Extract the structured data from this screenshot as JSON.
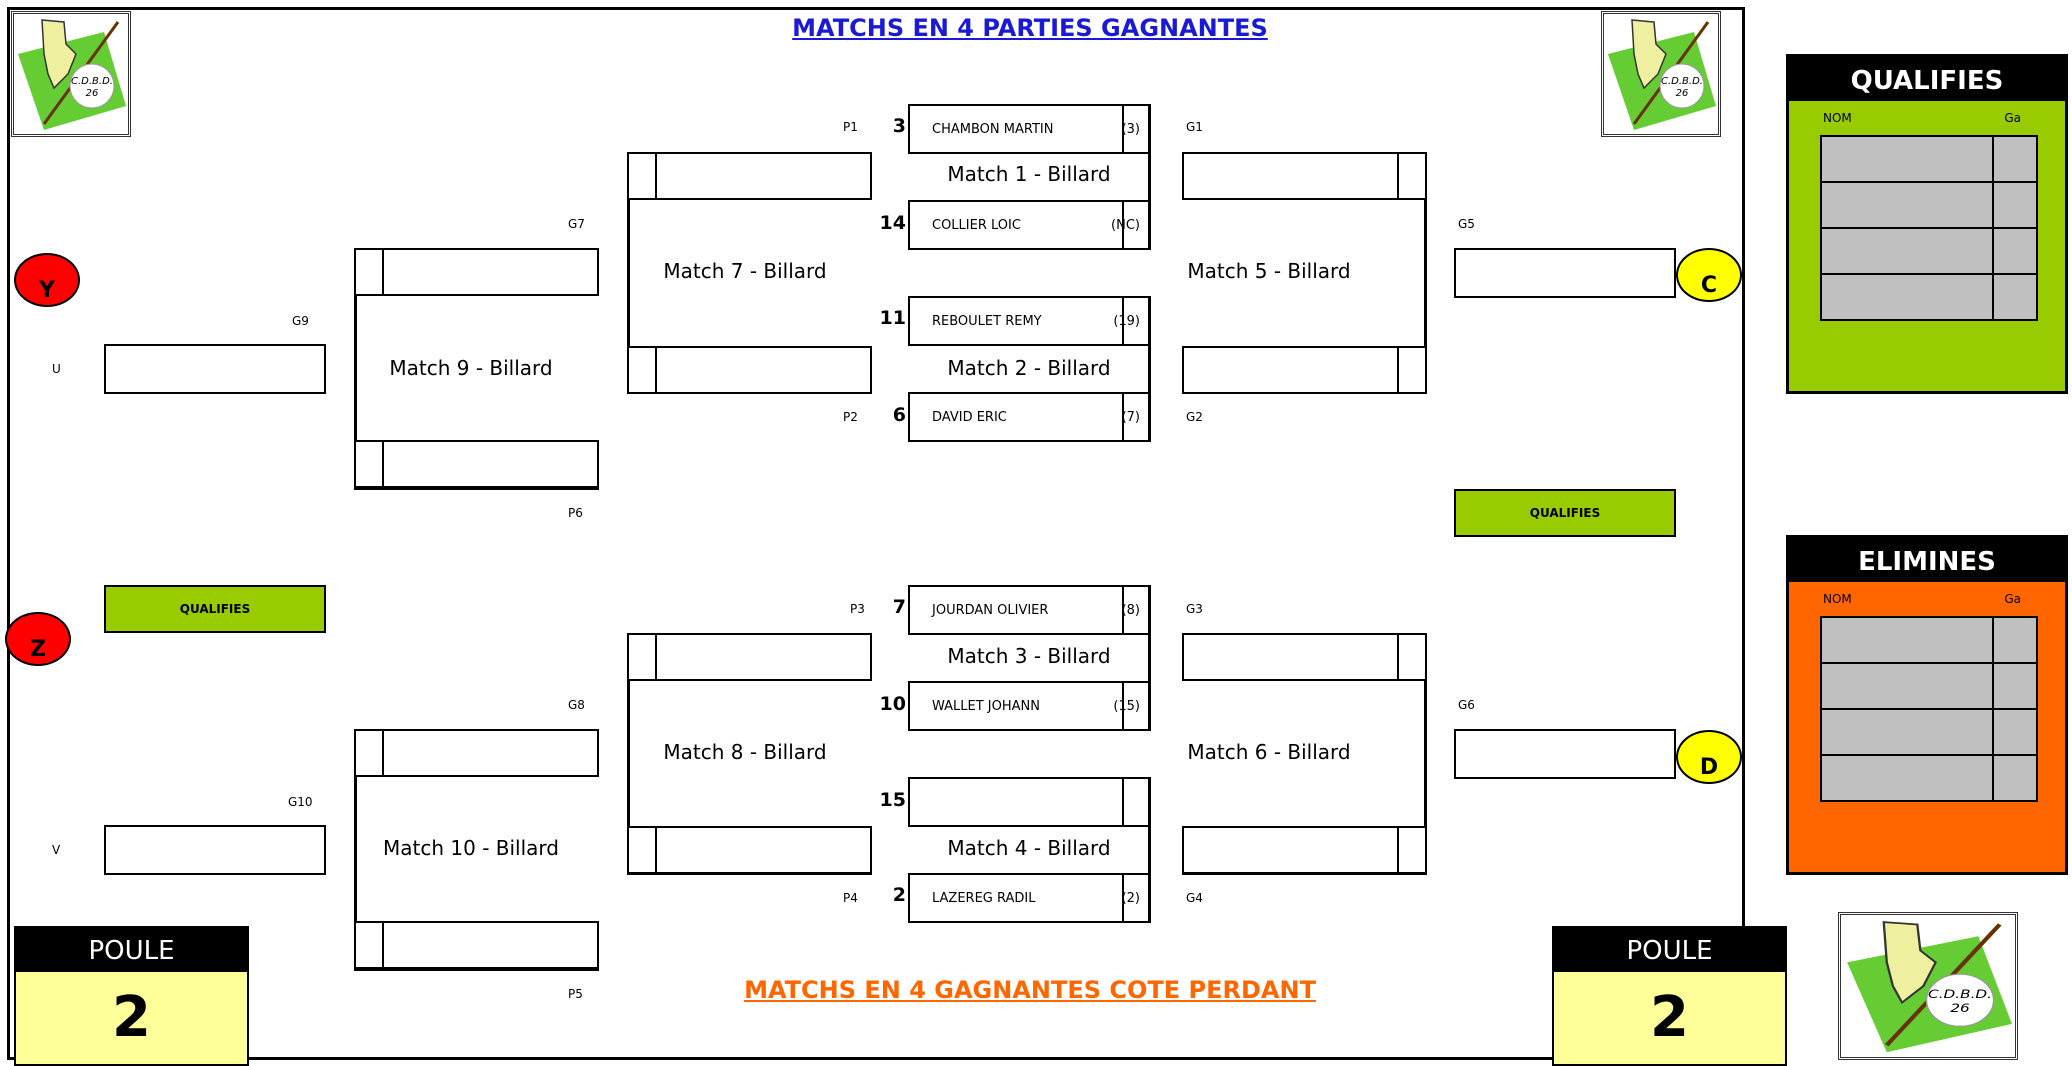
{
  "header": {
    "title": "MATCHS EN 4 PARTIES GAGNANTES",
    "subtitle": "MATCHS EN 4 GAGNANTES COTE PERDANT"
  },
  "logo": {
    "line1": "C.D.B.D.",
    "line2": "26"
  },
  "players": {
    "m1a": {
      "name": "CHAMBON MARTIN",
      "rank": "(3)",
      "seed": "3"
    },
    "m1b": {
      "name": "COLLIER LOIC",
      "rank": "(NC)",
      "seed": "14"
    },
    "m2a": {
      "name": "REBOULET REMY",
      "rank": "(19)",
      "seed": "11"
    },
    "m2b": {
      "name": "DAVID ERIC",
      "rank": "(7)",
      "seed": "6"
    },
    "m3a": {
      "name": "JOURDAN OLIVIER",
      "rank": "(8)",
      "seed": "7"
    },
    "m3b": {
      "name": "WALLET JOHANN",
      "rank": "(15)",
      "seed": "10"
    },
    "m4a": {
      "name": "",
      "rank": "",
      "seed": "15"
    },
    "m4b": {
      "name": "LAZEREG RADIL",
      "rank": "(2)",
      "seed": "2"
    }
  },
  "matches": {
    "m1": "Match 1 - Billard",
    "m2": "Match 2 - Billard",
    "m3": "Match 3 - Billard",
    "m4": "Match 4 - Billard",
    "m5": "Match 5 - Billard",
    "m6": "Match 6 - Billard",
    "m7": "Match 7 - Billard",
    "m8": "Match 8 - Billard",
    "m9": "Match 9 - Billard",
    "m10": "Match 10 - Billard"
  },
  "labels": {
    "p1": "P1",
    "p2": "P2",
    "p3": "P3",
    "p4": "P4",
    "p5": "P5",
    "p6": "P6",
    "g1": "G1",
    "g2": "G2",
    "g3": "G3",
    "g4": "G4",
    "g5": "G5",
    "g6": "G6",
    "g7": "G7",
    "g8": "G8",
    "g9": "G9",
    "g10": "G10",
    "u": "U",
    "v": "V"
  },
  "markers": {
    "y": "Y",
    "z": "Z",
    "c": "C",
    "d": "D"
  },
  "qualifies_label": "QUALIFIES",
  "poule": {
    "label": "POULE",
    "number": "2"
  },
  "panels": {
    "qualifies": {
      "title": "QUALIFIES",
      "col_nom": "NOM",
      "col_ga": "Ga",
      "color": "#99cc00"
    },
    "elimines": {
      "title": "ELIMINES",
      "col_nom": "NOM",
      "col_ga": "Ga",
      "color": "#ff6600"
    }
  }
}
